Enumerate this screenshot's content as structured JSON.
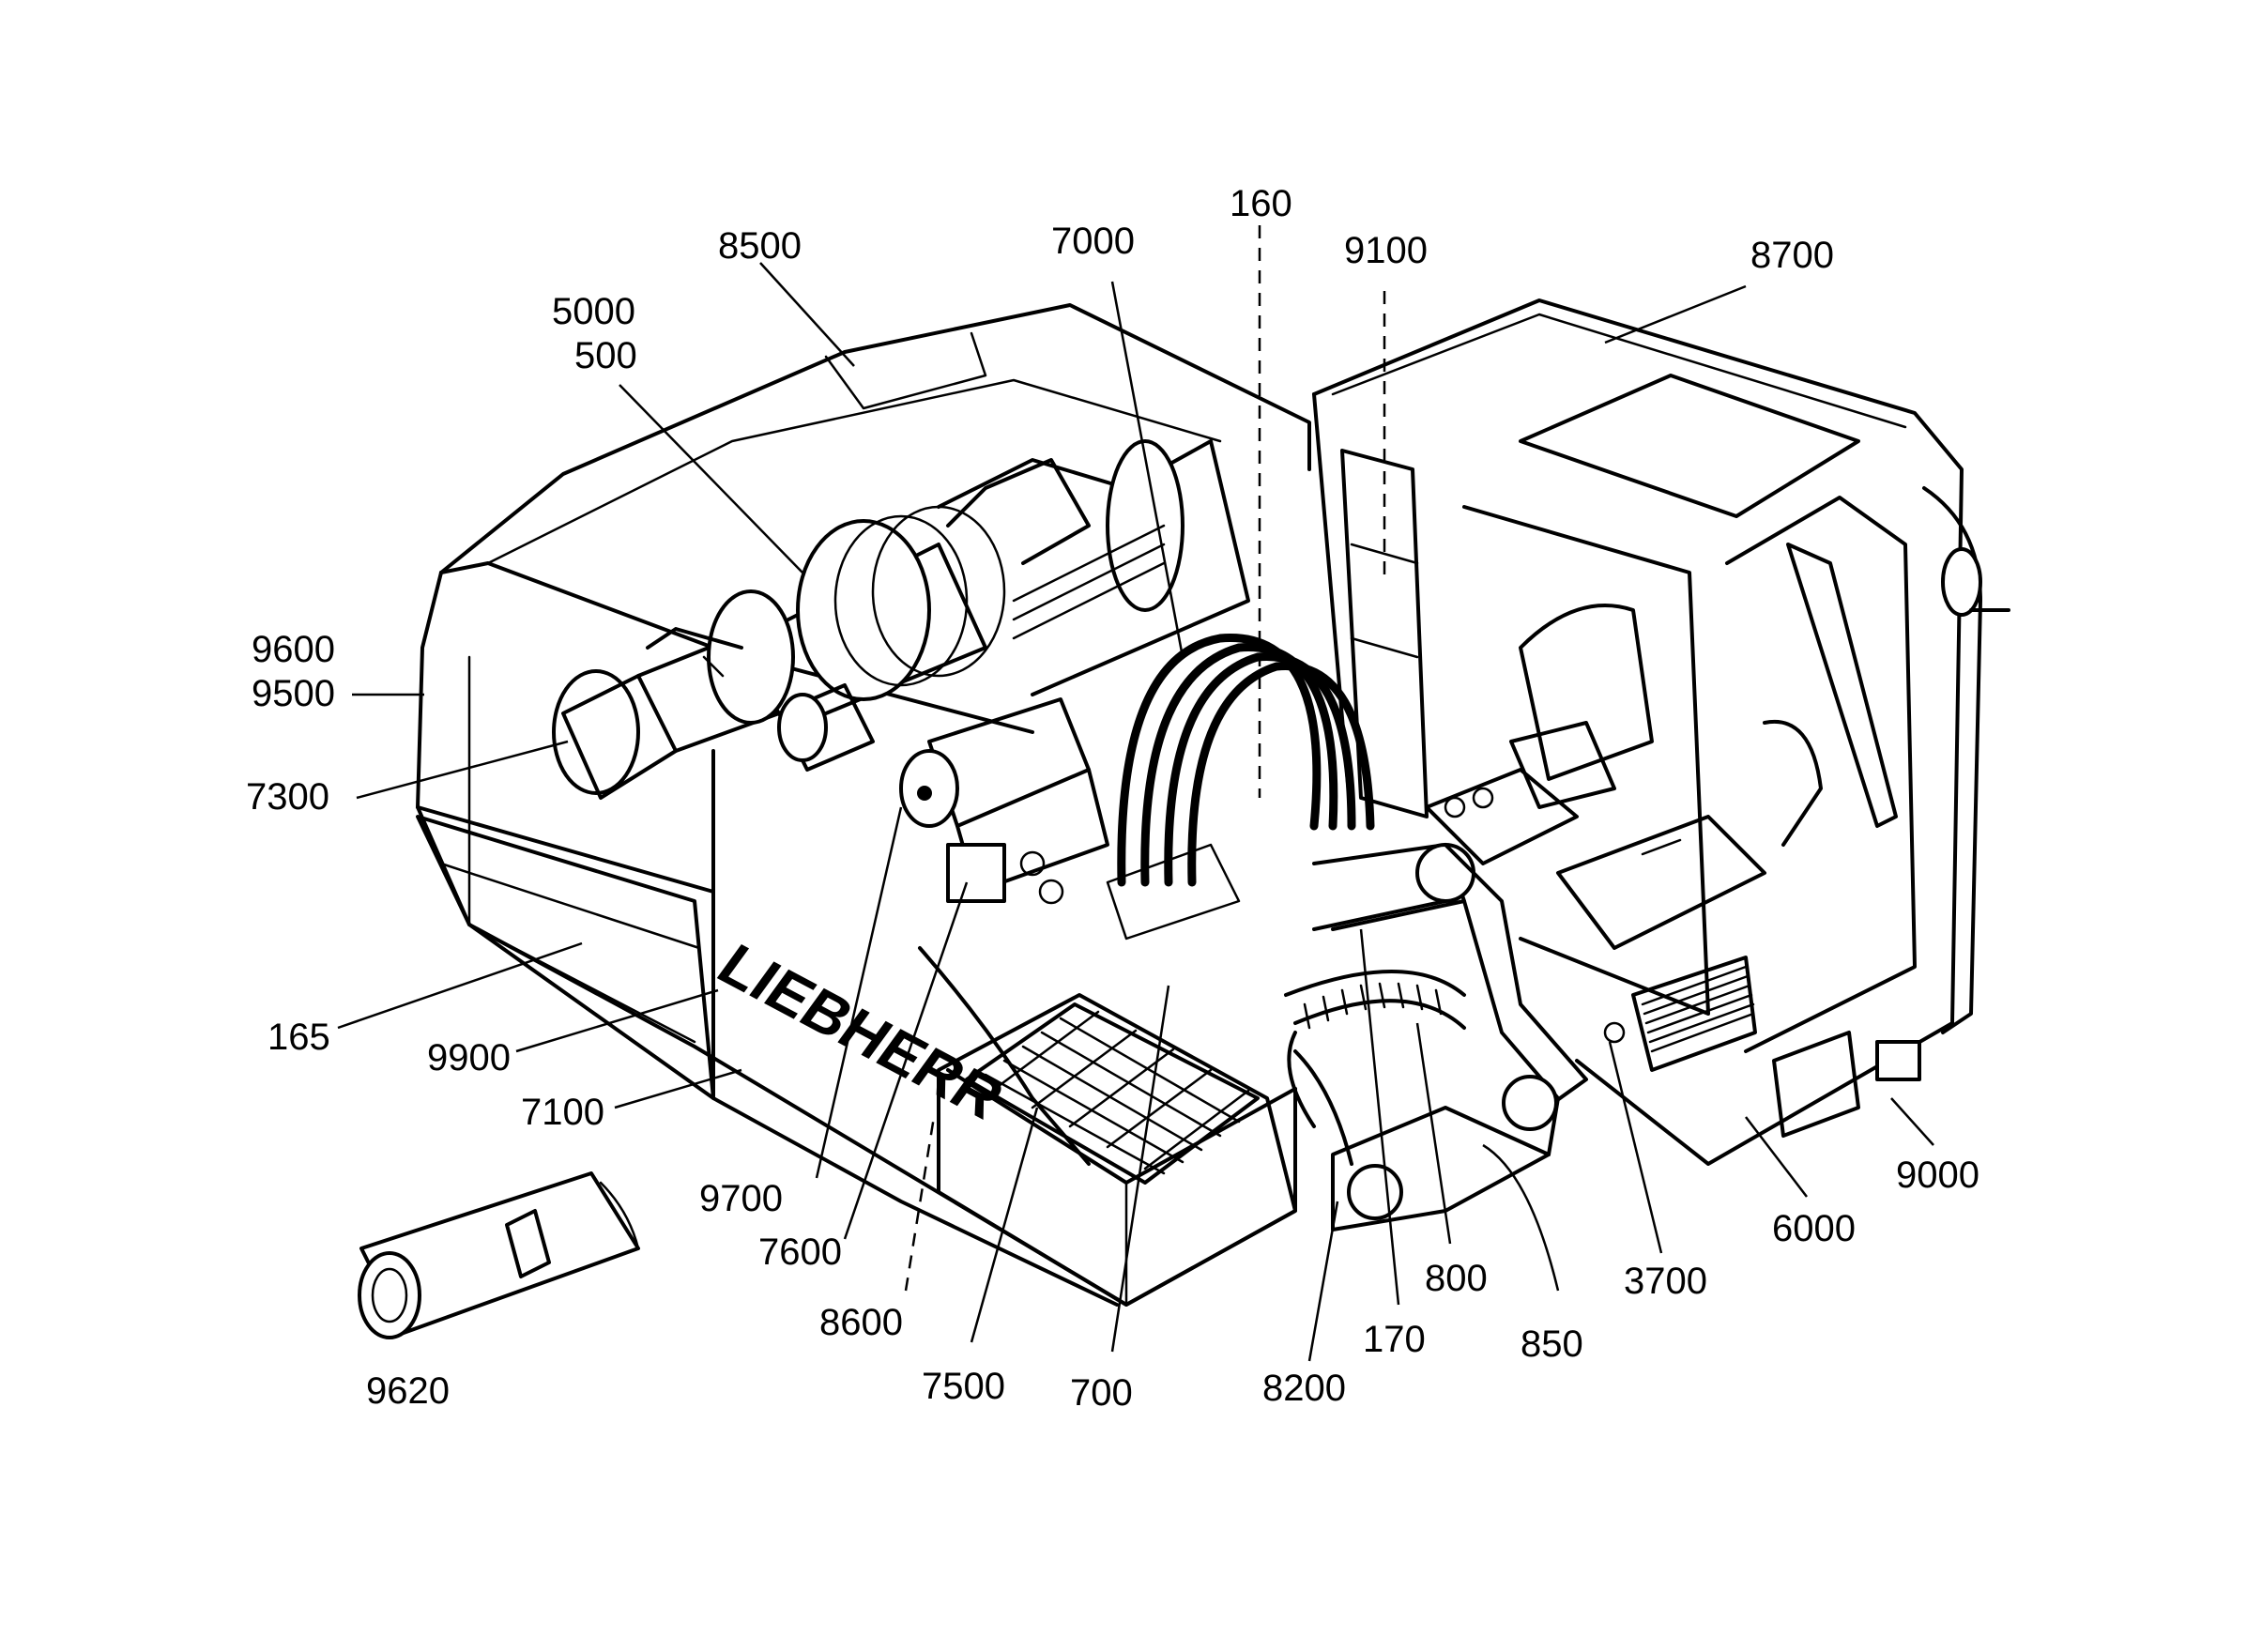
{
  "diagram": {
    "brand_text": "LIEBHERR",
    "labels": [
      {
        "id": "8500",
        "text": "8500"
      },
      {
        "id": "7000",
        "text": "7000"
      },
      {
        "id": "160",
        "text": "160"
      },
      {
        "id": "9100",
        "text": "9100"
      },
      {
        "id": "8700",
        "text": "8700"
      },
      {
        "id": "5000",
        "text": "5000"
      },
      {
        "id": "500",
        "text": "500"
      },
      {
        "id": "9600",
        "text": "9600"
      },
      {
        "id": "9500",
        "text": "9500"
      },
      {
        "id": "7300",
        "text": "7300"
      },
      {
        "id": "165",
        "text": "165"
      },
      {
        "id": "9900",
        "text": "9900"
      },
      {
        "id": "7100",
        "text": "7100"
      },
      {
        "id": "9700",
        "text": "9700"
      },
      {
        "id": "7600",
        "text": "7600"
      },
      {
        "id": "8600",
        "text": "8600"
      },
      {
        "id": "7500",
        "text": "7500"
      },
      {
        "id": "700",
        "text": "700"
      },
      {
        "id": "8200",
        "text": "8200"
      },
      {
        "id": "170",
        "text": "170"
      },
      {
        "id": "800",
        "text": "800"
      },
      {
        "id": "850",
        "text": "850"
      },
      {
        "id": "3700",
        "text": "3700"
      },
      {
        "id": "6000",
        "text": "6000"
      },
      {
        "id": "9000",
        "text": "9000"
      },
      {
        "id": "9620",
        "text": "9620"
      }
    ]
  }
}
